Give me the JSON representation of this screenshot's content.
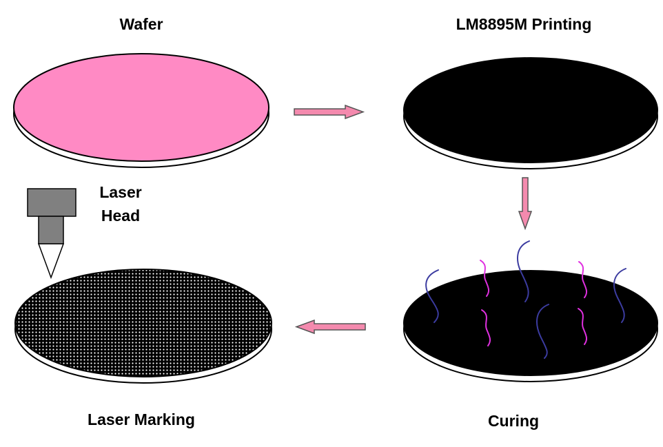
{
  "steps": {
    "wafer": {
      "label": "Wafer"
    },
    "printing": {
      "label": "LM8895M Printing"
    },
    "curing": {
      "label": "Curing"
    },
    "marking": {
      "label": "Laser Marking"
    }
  },
  "laser_head": {
    "line1": "Laser",
    "line2": "Head"
  },
  "colors": {
    "wafer_pink": "#ff8ac4",
    "ink_black": "#000000",
    "arrow_fill": "#f48aae",
    "arrow_stroke": "#555555",
    "laser_gray": "#808080",
    "fume_blue": "#3c3ca0",
    "fume_magenta": "#e030e0"
  },
  "icons": {
    "flow_arrow": "block-arrow",
    "laser_head": "laser-head-icon",
    "fumes": "wavy-line"
  }
}
